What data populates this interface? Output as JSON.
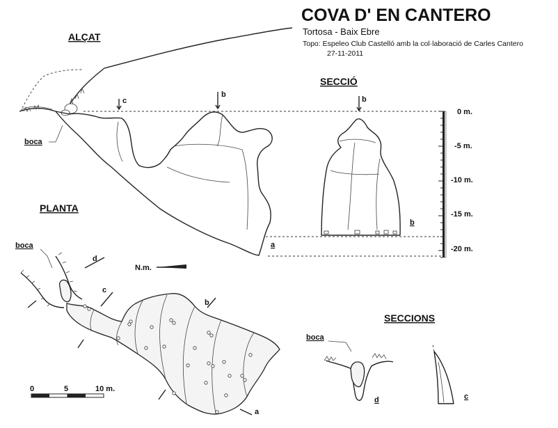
{
  "header": {
    "title": "COVA D' EN CANTERO",
    "location": "Tortosa - Baix Ebre",
    "credits": "Topo: Espeleo Club Castelló amb la col·laboració de Carles Cantero",
    "date": "27-11-2011"
  },
  "sections": {
    "alcat": "ALÇAT",
    "seccio": "SECCIÓ",
    "planta": "PLANTA",
    "seccions": "SECCIONS"
  },
  "labels": {
    "boca": "boca",
    "a": "a",
    "b": "b",
    "c": "c",
    "d": "d",
    "north": "N.m."
  },
  "depth_scale": [
    "0 m.",
    "-5 m.",
    "-10 m.",
    "-15 m.",
    "-20 m."
  ],
  "plan_scale": {
    "ticks": [
      "0",
      "5",
      "10 m."
    ]
  }
}
